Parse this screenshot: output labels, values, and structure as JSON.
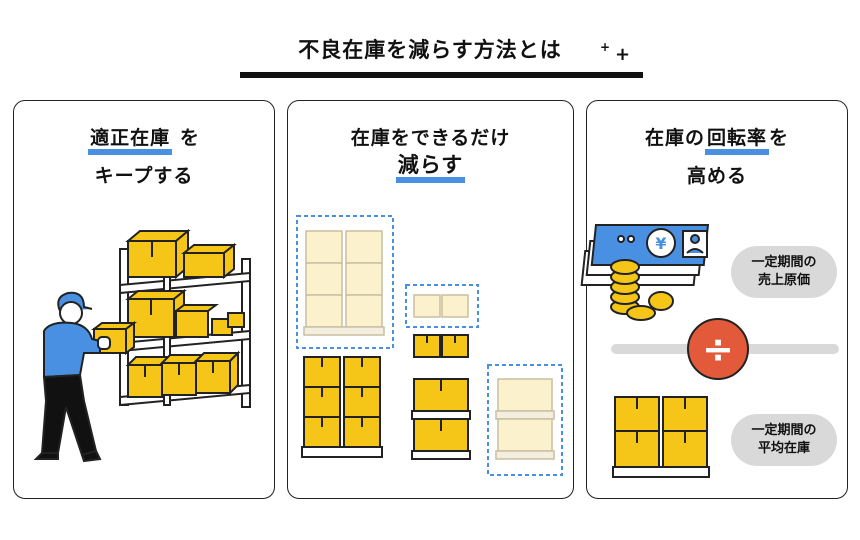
{
  "title": "不良在庫を減らす方法とは",
  "panels": [
    {
      "line1_hl": "適正在庫",
      "line1_rest": "を",
      "line2": "キープする"
    },
    {
      "line1": "在庫をできるだけ",
      "line2_hl": "減らす"
    },
    {
      "line1_pre": "在庫の",
      "line1_hl": "回転率",
      "line1_post": "を",
      "line2": "高める",
      "sales_line1": "一定期間の",
      "sales_line2": "売上原価",
      "avg_line1": "一定期間の",
      "avg_line2": "平均在庫",
      "yen_symbol": "¥",
      "divide_symbol": "÷"
    }
  ],
  "colors": {
    "accent_blue": "#4a90e2",
    "box_yellow": "#f5c518",
    "faded_yellow": "#fbf1cc",
    "divide_red": "#e25a3a",
    "bar_gray": "#d9d9d9"
  }
}
